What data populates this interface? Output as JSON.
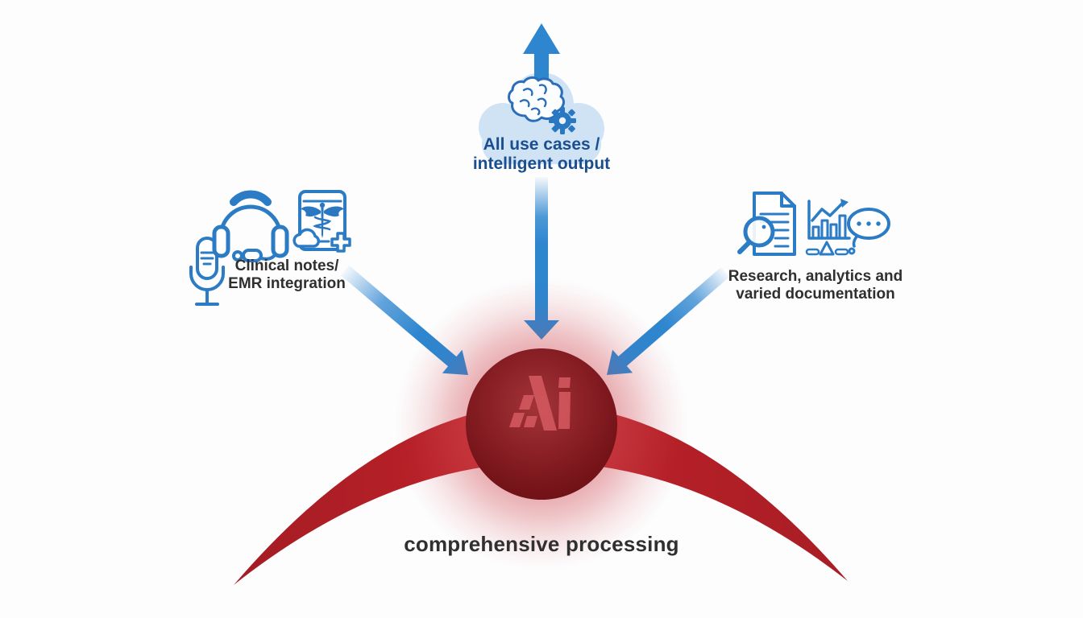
{
  "diagram": {
    "top_node": {
      "line1": "All use cases /",
      "line2": "intelligent output",
      "icons": [
        "cloud-icon",
        "brain-icon",
        "gear-icon"
      ],
      "arrow": "up-arrow"
    },
    "left_node": {
      "line1": "Clinical notes/",
      "line2": "EMR integration",
      "icons": [
        "microphone-icon",
        "headset-icon",
        "emr-tablet-caduceus-icon"
      ],
      "arrow": "diagonal-arrow-to-center"
    },
    "right_node": {
      "line1": "Research, analytics and",
      "line2": "varied documentation",
      "icons": [
        "document-search-icon",
        "analytics-chart-icon",
        "speech-bubble-icon"
      ],
      "arrow": "diagonal-arrow-to-center"
    },
    "center_node": {
      "label": "AI",
      "shape": "red-sphere",
      "arrow_in": "down-arrow"
    },
    "caption": "comprehensive processing",
    "colors": {
      "arrow_blue": "#2e86cf",
      "icon_blue": "#2b7cc4",
      "heading_blue": "#1a4e8f",
      "cloud_blue": "#cfe3f5",
      "arc_red": "#b22026",
      "sphere_red": "#6f1318",
      "ai_letter_red": "#d4595f",
      "text_gray": "#2f2f2f"
    }
  }
}
